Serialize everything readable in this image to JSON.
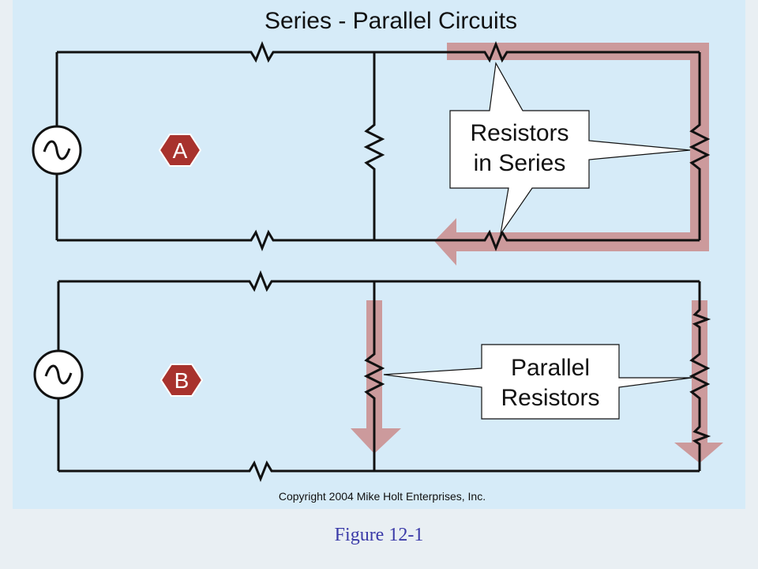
{
  "diagram": {
    "title": "Series - Parallel Circuits",
    "circuit_a": {
      "label": "A",
      "callout": [
        "Resistors",
        "in Series"
      ]
    },
    "circuit_b": {
      "label": "B",
      "callout": [
        "Parallel",
        "Resistors"
      ]
    },
    "copyright": "Copyright 2004  Mike Holt Enterprises, Inc.",
    "colors": {
      "background": "#d6ebf8",
      "current_flow": "#cc9a9c",
      "label_badge": "#a8322d",
      "caption": "#3a3aa8"
    },
    "icons": [
      "ac-source-icon",
      "resistor-icon",
      "current-flow-arrow-icon"
    ]
  },
  "caption": "Figure 12-1"
}
